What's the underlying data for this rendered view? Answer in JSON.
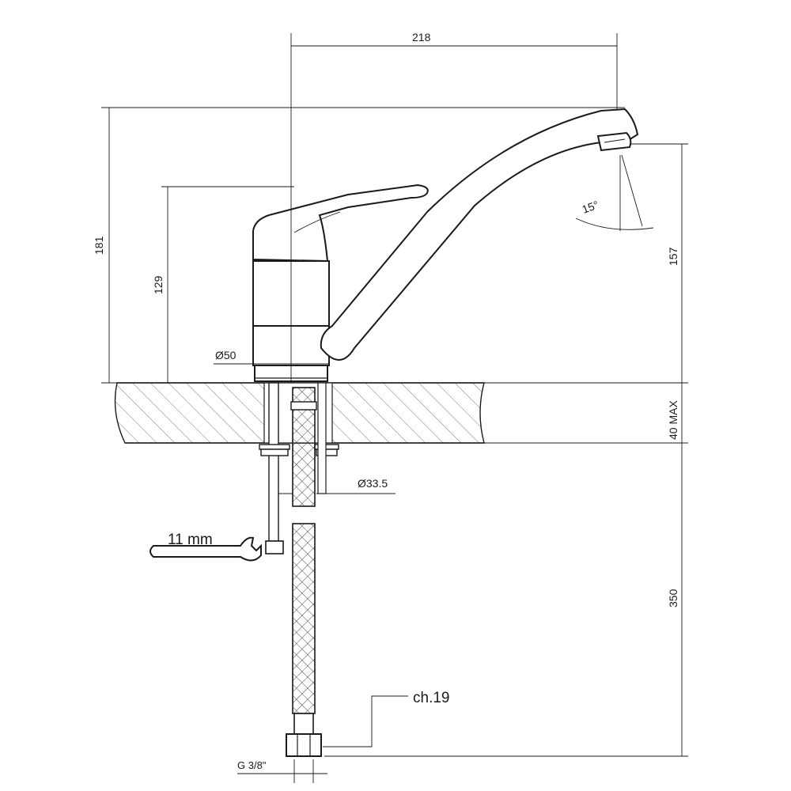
{
  "dimensions": {
    "spout_reach": "218",
    "total_height": "181",
    "lever_height": "129",
    "spout_clearance": "157",
    "body_diameter": "Ø50",
    "tilt_angle": "15°",
    "countertop_thickness": "40 MAX",
    "hole_diameter": "Ø33.5",
    "hose_length": "350",
    "nut_wrench_size": "ch.19",
    "thread": "G 3/8\"",
    "spanner_size": "11 mm"
  }
}
